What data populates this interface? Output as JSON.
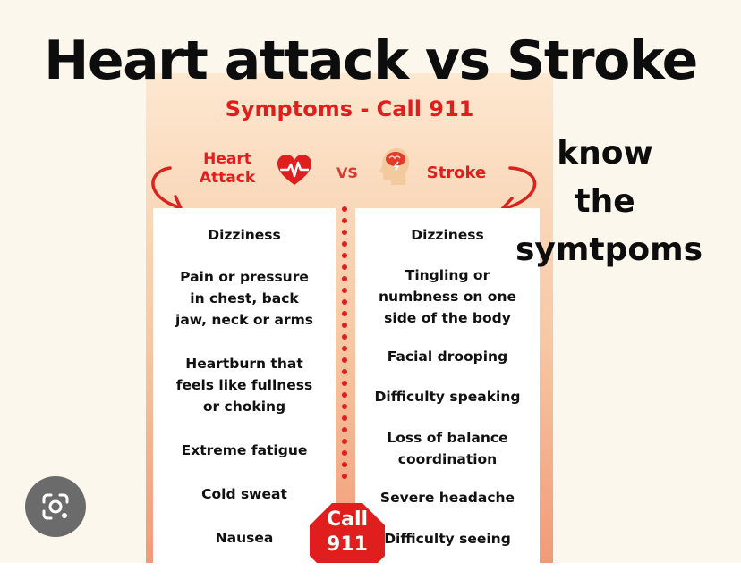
{
  "title": "Heart attack vs Stroke",
  "subtitle": "Symptoms -  Call 911",
  "side_note": [
    "know",
    "the",
    "symtpoms"
  ],
  "labels": {
    "heart_line1": "Heart",
    "heart_line2": "Attack",
    "vs": "VS",
    "stroke": "Stroke"
  },
  "heart_attack_symptoms": [
    [
      "Dizziness"
    ],
    [
      "Pain or pressure",
      "in chest, back",
      "jaw, neck or arms"
    ],
    [
      "Heartburn that",
      "feels like fullness",
      "or choking"
    ],
    [
      "Extreme fatigue"
    ],
    [
      "Cold sweat"
    ],
    [
      "Nausea"
    ]
  ],
  "stroke_symptoms": [
    [
      "Dizziness"
    ],
    [
      "Tingling or",
      "numbness on one",
      "side of the body"
    ],
    [
      "Facial drooping"
    ],
    [
      "Difficulty speaking"
    ],
    [
      "Loss of balance",
      "coordination"
    ],
    [
      "Severe  headache"
    ],
    [
      "Difficulty seeing"
    ]
  ],
  "call_badge": [
    "Call",
    "911"
  ],
  "colors": {
    "accent_red": "#e11e1e",
    "poster_top": "#fde8d0",
    "poster_bottom": "#f29a78",
    "background": "#fcf7ec"
  },
  "icons": [
    "heart-pulse-icon",
    "brain-head-icon",
    "curved-arrow-icon",
    "lens-camera-icon"
  ]
}
